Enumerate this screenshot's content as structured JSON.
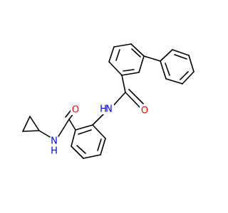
{
  "colors": {
    "bond": "#000000",
    "nitrogen": "#0000ff",
    "oxygen": "#ff0000",
    "background": "#ffffff"
  },
  "labels": {
    "amide_n_top": "N",
    "amide_h_top": "H",
    "amide_o_top": "O",
    "amide_o_bottom": "O",
    "amide_n_bottom": "N",
    "amide_h_bottom": "H"
  }
}
